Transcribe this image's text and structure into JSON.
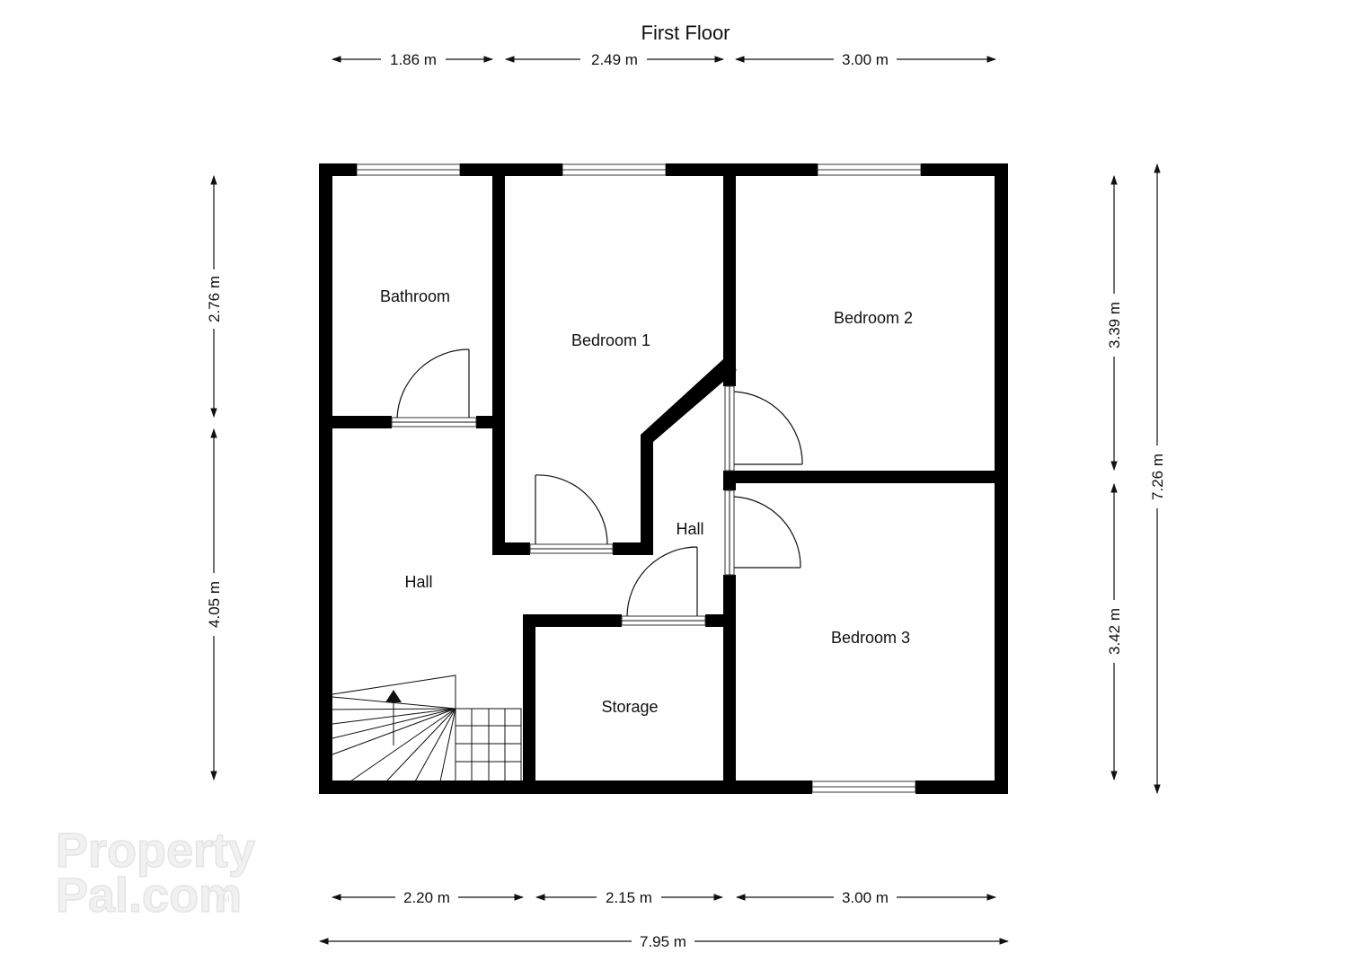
{
  "plan": {
    "title": "First Floor",
    "rooms": {
      "bathroom": "Bathroom",
      "bedroom1": "Bedroom 1",
      "bedroom2": "Bedroom 2",
      "bedroom3": "Bedroom 3",
      "hall_main": "Hall",
      "hall_upper": "Hall",
      "storage": "Storage"
    },
    "dimensions": {
      "top_left": "1.86 m",
      "top_mid": "2.49 m",
      "top_right": "3.00 m",
      "bottom_left": "2.20 m",
      "bottom_mid": "2.15 m",
      "bottom_right": "3.00 m",
      "overall_width": "7.95 m",
      "left_upper": "2.76 m",
      "left_lower": "4.05 m",
      "right_upper": "3.39 m",
      "right_lower": "3.42 m",
      "overall_height": "7.26 m"
    },
    "watermark": {
      "line1": "Property",
      "line2": "Pal.com",
      "mark": "TM"
    }
  }
}
